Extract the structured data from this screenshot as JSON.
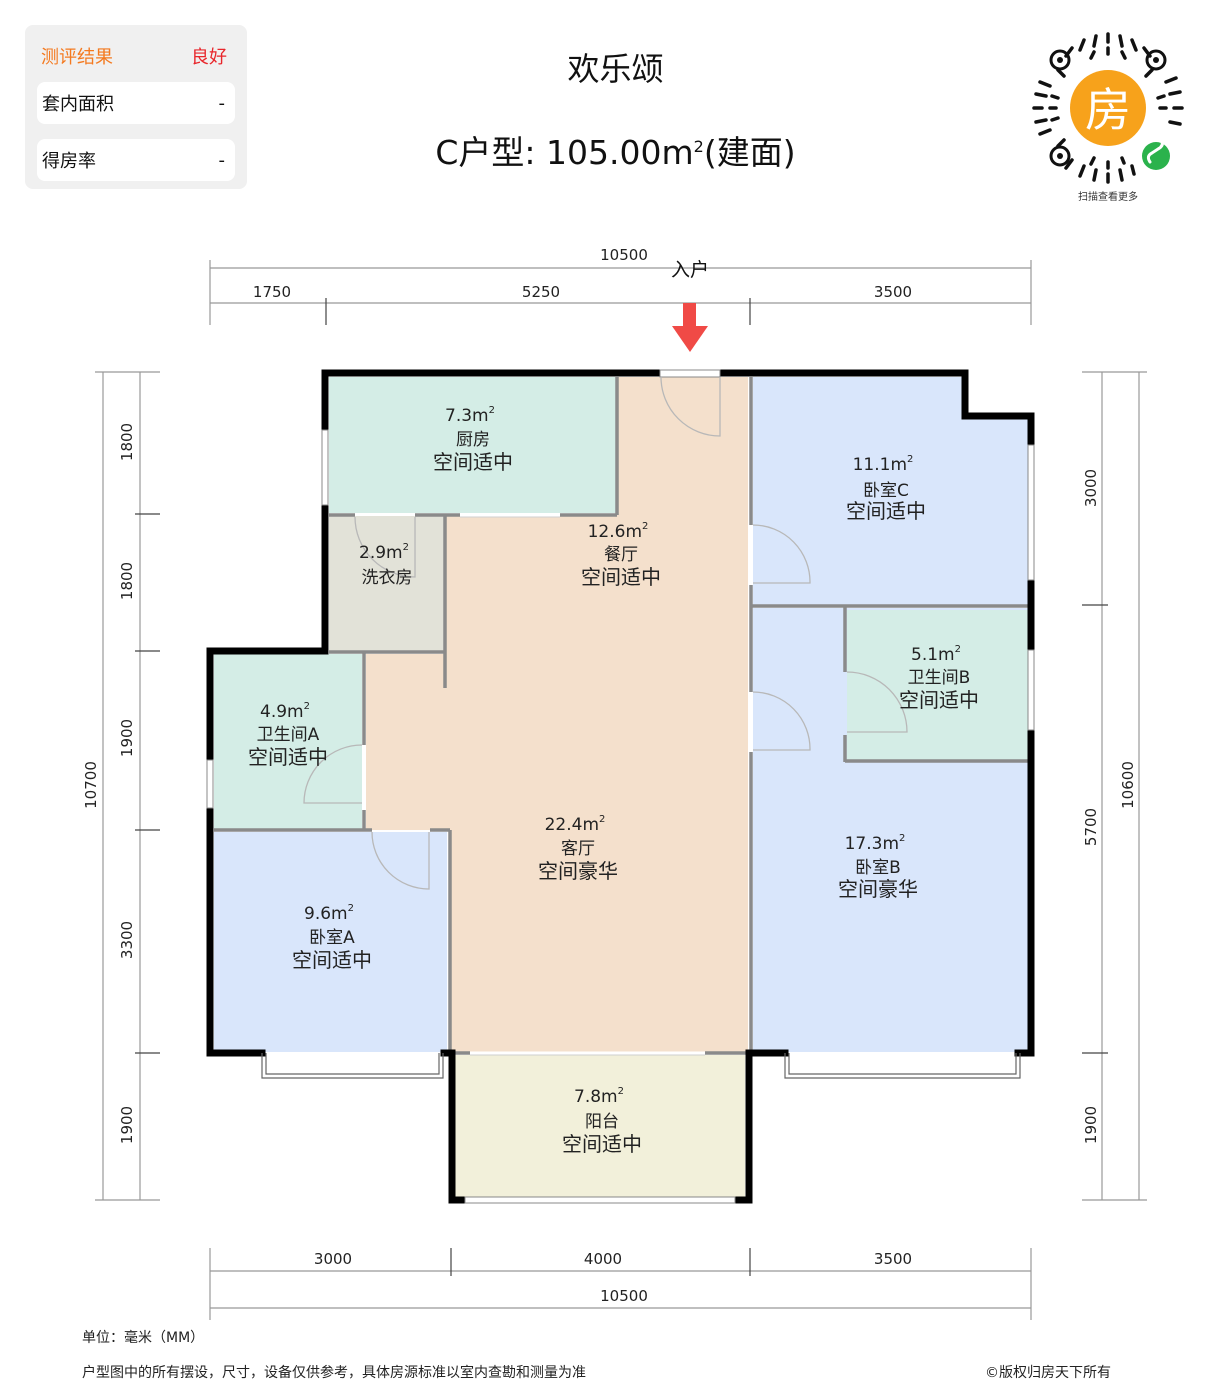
{
  "evaluation": {
    "title": "测评结果",
    "result": "良好",
    "rows": [
      {
        "label": "套内面积",
        "value": "-"
      },
      {
        "label": "得房率",
        "value": "-"
      }
    ]
  },
  "header": {
    "project_name": "欢乐颂",
    "unit_type_prefix": "C户型: 105.00m",
    "unit_type_sup": "2",
    "unit_type_suffix": "(建面)"
  },
  "qr": {
    "center_glyph": "房",
    "caption": "扫描查看更多",
    "accent": "#f7a21b",
    "badge_color": "#2bb24c"
  },
  "entrance": {
    "label": "入户",
    "arrow_color": "#f04a46"
  },
  "dimensions": {
    "top_total": "10500",
    "top_segments": [
      "1750",
      "5250",
      "3500"
    ],
    "bottom_segments": [
      "3000",
      "4000",
      "3500"
    ],
    "bottom_total": "10500",
    "left_total": "10700",
    "left_segments": [
      "1800",
      "1800",
      "1900",
      "3300",
      "1900"
    ],
    "right_segments": [
      "3000",
      "5700",
      "1900"
    ],
    "right_total": "10600"
  },
  "rooms": [
    {
      "id": "kitchen",
      "area": "7.3m",
      "name": "厨房",
      "rating": "空间适中",
      "color": "#d4ede6"
    },
    {
      "id": "laundry",
      "area": "2.9m",
      "name": "洗衣房",
      "rating": "",
      "color": "#e2e2d8"
    },
    {
      "id": "dining",
      "area": "12.6m",
      "name": "餐厅",
      "rating": "空间适中",
      "color": "#f4e0cc"
    },
    {
      "id": "bedroom-c",
      "area": "11.1m",
      "name": "卧室C",
      "rating": "空间适中",
      "color": "#d9e6fb"
    },
    {
      "id": "bathroom-b",
      "area": "5.1m",
      "name": "卫生间B",
      "rating": "空间适中",
      "color": "#d4ede6"
    },
    {
      "id": "bathroom-a",
      "area": "4.9m",
      "name": "卫生间A",
      "rating": "空间适中",
      "color": "#d4ede6"
    },
    {
      "id": "living",
      "area": "22.4m",
      "name": "客厅",
      "rating": "空间豪华",
      "color": "#f4e0cc"
    },
    {
      "id": "bedroom-b",
      "area": "17.3m",
      "name": "卧室B",
      "rating": "空间豪华",
      "color": "#d9e6fb"
    },
    {
      "id": "bedroom-a",
      "area": "9.6m",
      "name": "卧室A",
      "rating": "空间适中",
      "color": "#d9e6fb"
    },
    {
      "id": "balcony",
      "area": "7.8m",
      "name": "阳台",
      "rating": "空间适中",
      "color": "#f2f0da"
    }
  ],
  "footer": {
    "unit_note": "单位：毫米（MM）",
    "disclaimer": "户型图中的所有摆设，尺寸，设备仅供参考，具体房源标准以室内查勘和测量为准",
    "copyright": "©版权归房天下所有"
  }
}
